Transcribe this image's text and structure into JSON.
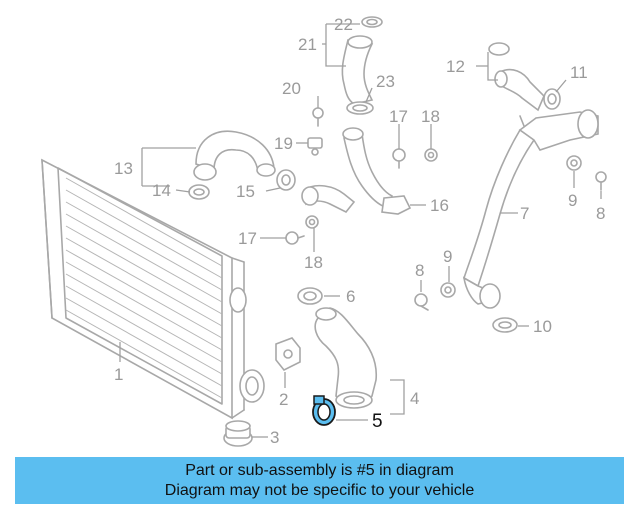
{
  "diagram": {
    "labels": {
      "p1": "1",
      "p2": "2",
      "p3": "3",
      "p4": "4",
      "p5": "5",
      "p6": "6",
      "p7": "7",
      "p8a": "8",
      "p8b": "8",
      "p9a": "9",
      "p9b": "9",
      "p10": "10",
      "p11": "11",
      "p12": "12",
      "p13": "13",
      "p14": "14",
      "p15": "15",
      "p16": "16",
      "p17a": "17",
      "p17b": "17",
      "p18a": "18",
      "p18b": "18",
      "p19": "19",
      "p20": "20",
      "p21": "21",
      "p22": "22",
      "p23": "23"
    },
    "highlighted_part": "5",
    "highlight_color": "#5bbef0"
  },
  "banner": {
    "line1": "Part or sub-assembly is #5 in diagram",
    "line2": "Diagram may not be specific to your vehicle",
    "background": "#5bbef0"
  }
}
